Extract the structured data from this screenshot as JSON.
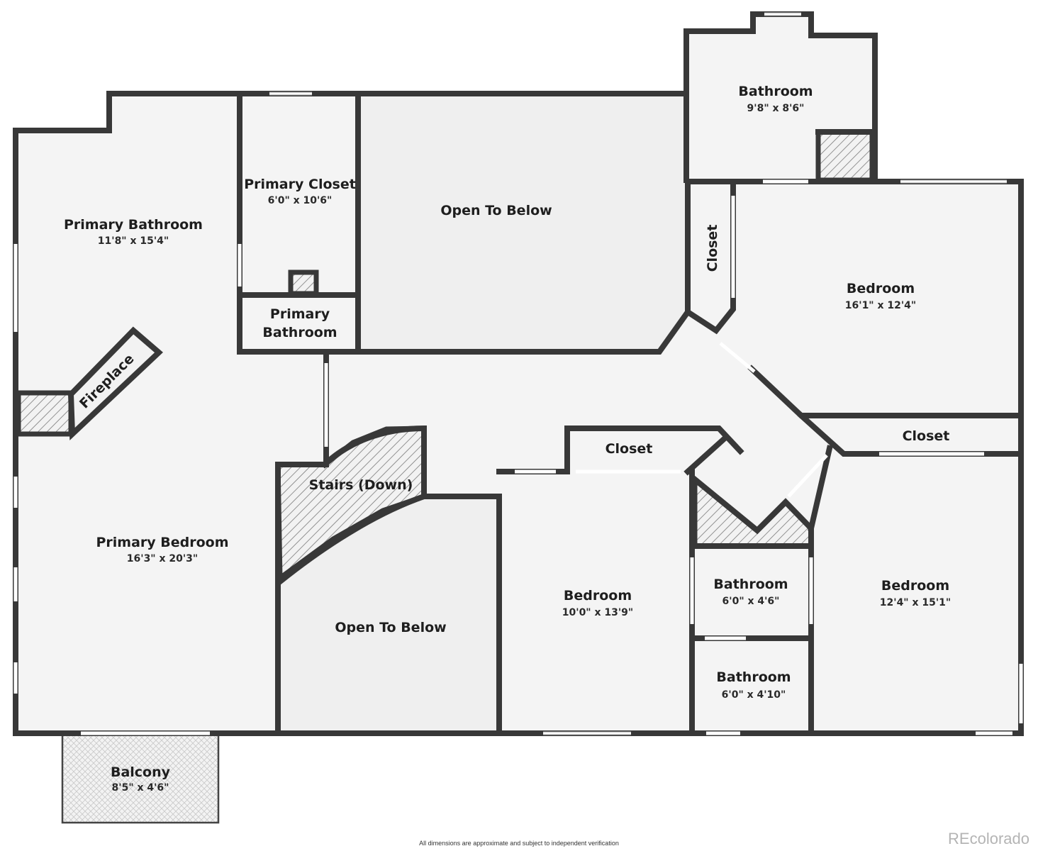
{
  "rooms": {
    "primary_bathroom": {
      "name": "Primary Bathroom",
      "dims": "11'8\" x 15'4\""
    },
    "primary_closet": {
      "name": "Primary Closet",
      "dims": "6'0\" x 10'6\""
    },
    "primary_bathroom_small": {
      "line1": "Primary",
      "line2": "Bathroom"
    },
    "open_to_below_top": {
      "name": "Open To Below"
    },
    "bathroom_top": {
      "name": "Bathroom",
      "dims": "9'8\" x 8'6\""
    },
    "closet_vertical": {
      "name": "Closet"
    },
    "bedroom_ne": {
      "name": "Bedroom",
      "dims": "16'1\" x 12'4\""
    },
    "fireplace": {
      "name": "Fireplace"
    },
    "primary_bedroom": {
      "name": "Primary Bedroom",
      "dims": "16'3\" x 20'3\""
    },
    "stairs": {
      "name": "Stairs (Down)"
    },
    "open_to_below_bottom": {
      "name": "Open To Below"
    },
    "closet_mid": {
      "name": "Closet"
    },
    "bedroom_mid": {
      "name": "Bedroom",
      "dims": "10'0\" x 13'9\""
    },
    "bathroom_a": {
      "name": "Bathroom",
      "dims": "6'0\" x 4'6\""
    },
    "bathroom_b": {
      "name": "Bathroom",
      "dims": "6'0\" x 4'10\""
    },
    "closet_right": {
      "name": "Closet"
    },
    "bedroom_se": {
      "name": "Bedroom",
      "dims": "12'4\" x 15'1\""
    },
    "balcony": {
      "name": "Balcony",
      "dims": "8'5\" x 4'6\""
    }
  },
  "footer": {
    "disclaimer": "All dimensions are approximate and subject to independent verification",
    "watermark": "REcolorado"
  },
  "colors": {
    "wall": "#383838",
    "floor": "#f4f4f4",
    "open_area": "#efefef",
    "hatch": "#8a8a8a"
  }
}
